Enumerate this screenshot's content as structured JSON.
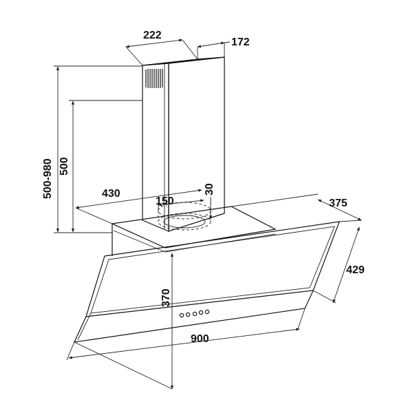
{
  "dimensions": {
    "chimney_width": "222",
    "chimney_depth": "172",
    "total_height_range": "500-980",
    "chimney_height": "500",
    "mount_depth": "430",
    "outlet_diameter": "150",
    "outlet_offset": "30",
    "hood_depth": "375",
    "glass_panel_height": "429",
    "hood_height": "370",
    "hood_width": "900"
  },
  "colors": {
    "line": "#222222",
    "text": "#111111",
    "background": "#ffffff"
  }
}
